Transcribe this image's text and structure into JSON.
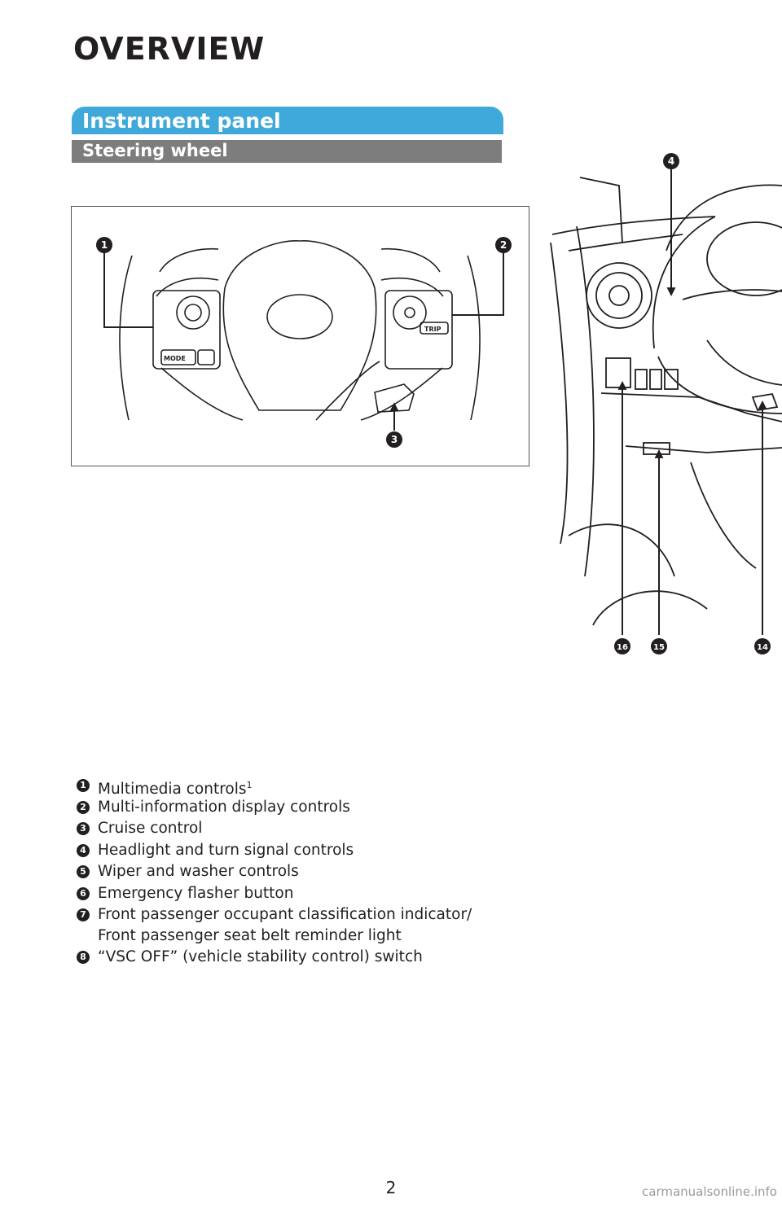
{
  "page": {
    "title": "OVERVIEW",
    "number": "2"
  },
  "section": {
    "title": "Instrument panel",
    "subtitle": "Steering wheel"
  },
  "wheel_callouts": [
    "1",
    "2",
    "3"
  ],
  "wheel_button_labels": {
    "mode": "MODE",
    "trip": "TRIP"
  },
  "dash_callouts": [
    "4",
    "16",
    "15",
    "14"
  ],
  "legend": [
    {
      "num": "1",
      "text": "Multimedia controls",
      "sup": "1"
    },
    {
      "num": "2",
      "text": "Multi-information display controls"
    },
    {
      "num": "3",
      "text": "Cruise control"
    },
    {
      "num": "4",
      "text": "Headlight and turn signal controls"
    },
    {
      "num": "5",
      "text": "Wiper and washer controls"
    },
    {
      "num": "6",
      "text": "Emergency flasher button"
    },
    {
      "num": "7",
      "text": "Front passenger occupant classification indicator/",
      "line2": "Front passenger seat belt reminder light"
    },
    {
      "num": "8",
      "text": "“VSC OFF” (vehicle stability control) switch"
    }
  ],
  "watermark": "carmanualsonline.info"
}
